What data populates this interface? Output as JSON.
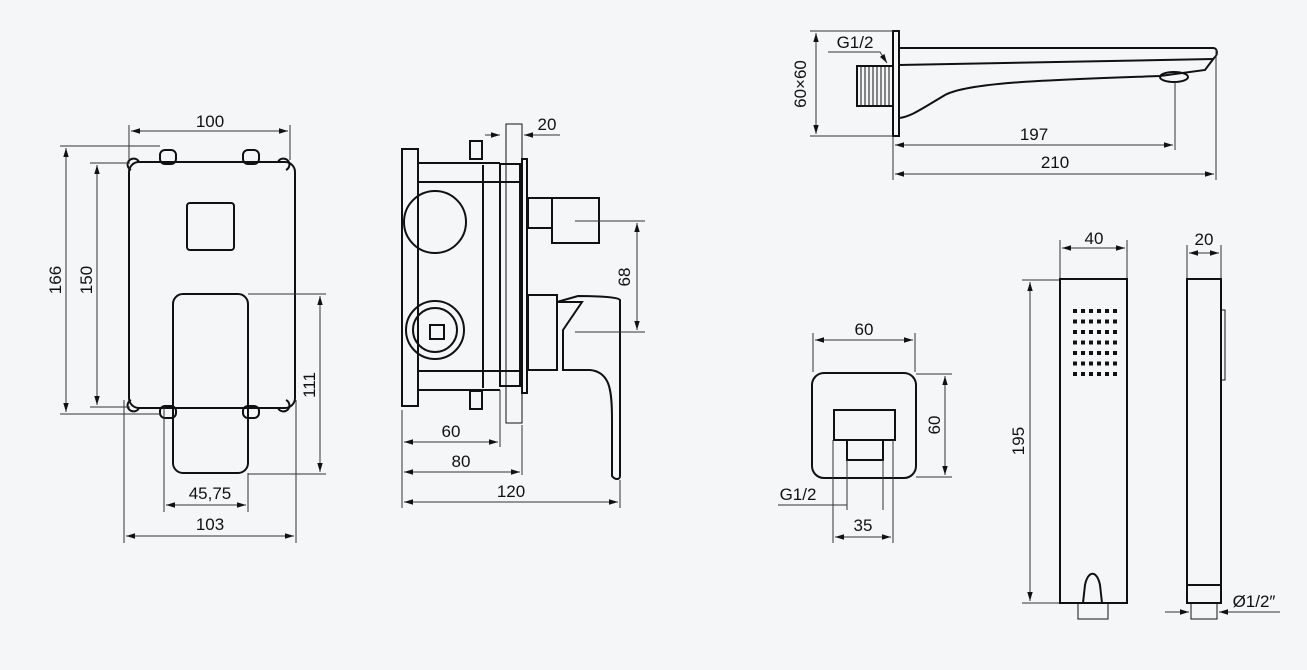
{
  "front_view": {
    "width_top": "100",
    "height_outer": "166",
    "height_inner": "150",
    "lever_height": "111",
    "lever_width": "45,75",
    "width_bottom": "103"
  },
  "side_view": {
    "plate": "20",
    "depth_60": "60",
    "depth_80": "80",
    "depth_120": "120",
    "spacing": "68"
  },
  "spout": {
    "thread": "G1/2",
    "plate": "60×60",
    "outlet": "197",
    "length": "210"
  },
  "holder": {
    "width": "60",
    "height": "60",
    "thread": "G1/2",
    "fitting": "35"
  },
  "hand_shower": {
    "width": "40",
    "length": "195",
    "thickness": "20",
    "connection": "Ø1/2″"
  }
}
